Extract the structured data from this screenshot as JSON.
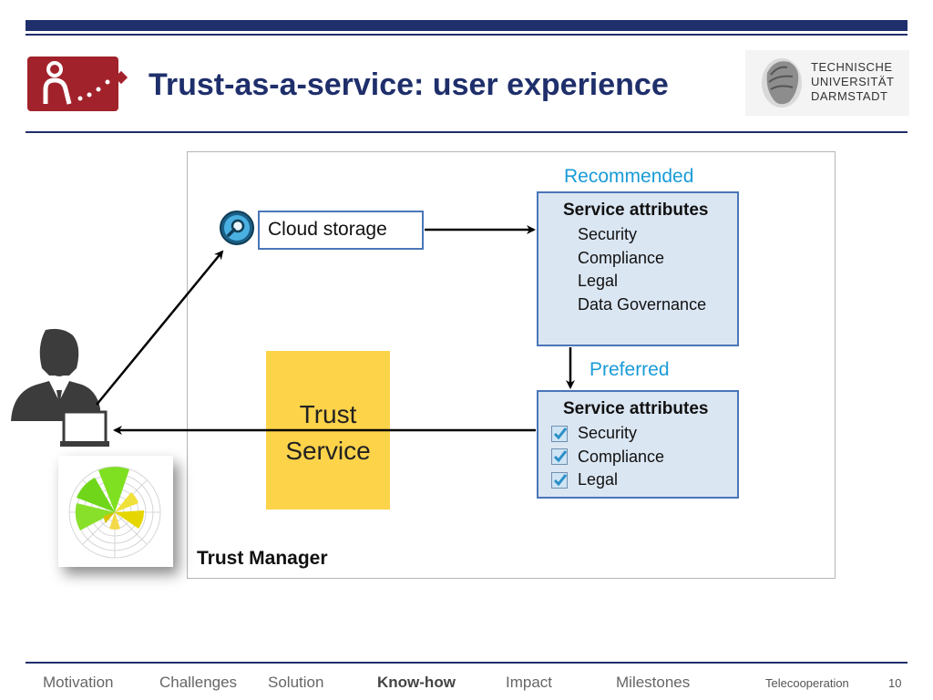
{
  "header": {
    "title": "Trust-as-a-service: user experience",
    "logo_right_lines": [
      "TECHNISCHE",
      "UNIVERSITÄT",
      "DARMSTADT"
    ]
  },
  "diagram": {
    "search_label": "Cloud storage",
    "trust_service_lines": [
      "Trust",
      "Service"
    ],
    "trust_manager_label": "Trust Manager",
    "recommended": {
      "label": "Recommended",
      "title": "Service attributes",
      "items": [
        "Security",
        "Compliance",
        "Legal",
        "Data Governance"
      ]
    },
    "preferred": {
      "label": "Preferred",
      "title": "Service attributes",
      "items": [
        "Security",
        "Compliance",
        "Legal"
      ]
    }
  },
  "footer": {
    "nav": [
      "Motivation",
      "Challenges",
      "Solution",
      "Know-how",
      "Impact",
      "Milestones"
    ],
    "active_nav": "Know-how",
    "section": "Telecooperation",
    "page_number": "10"
  },
  "colors": {
    "brand_navy": "#1f2f6b",
    "accent_blue": "#1a9bd7",
    "trust_service_yellow": "#fdd34a",
    "logo_red": "#a2222b"
  }
}
